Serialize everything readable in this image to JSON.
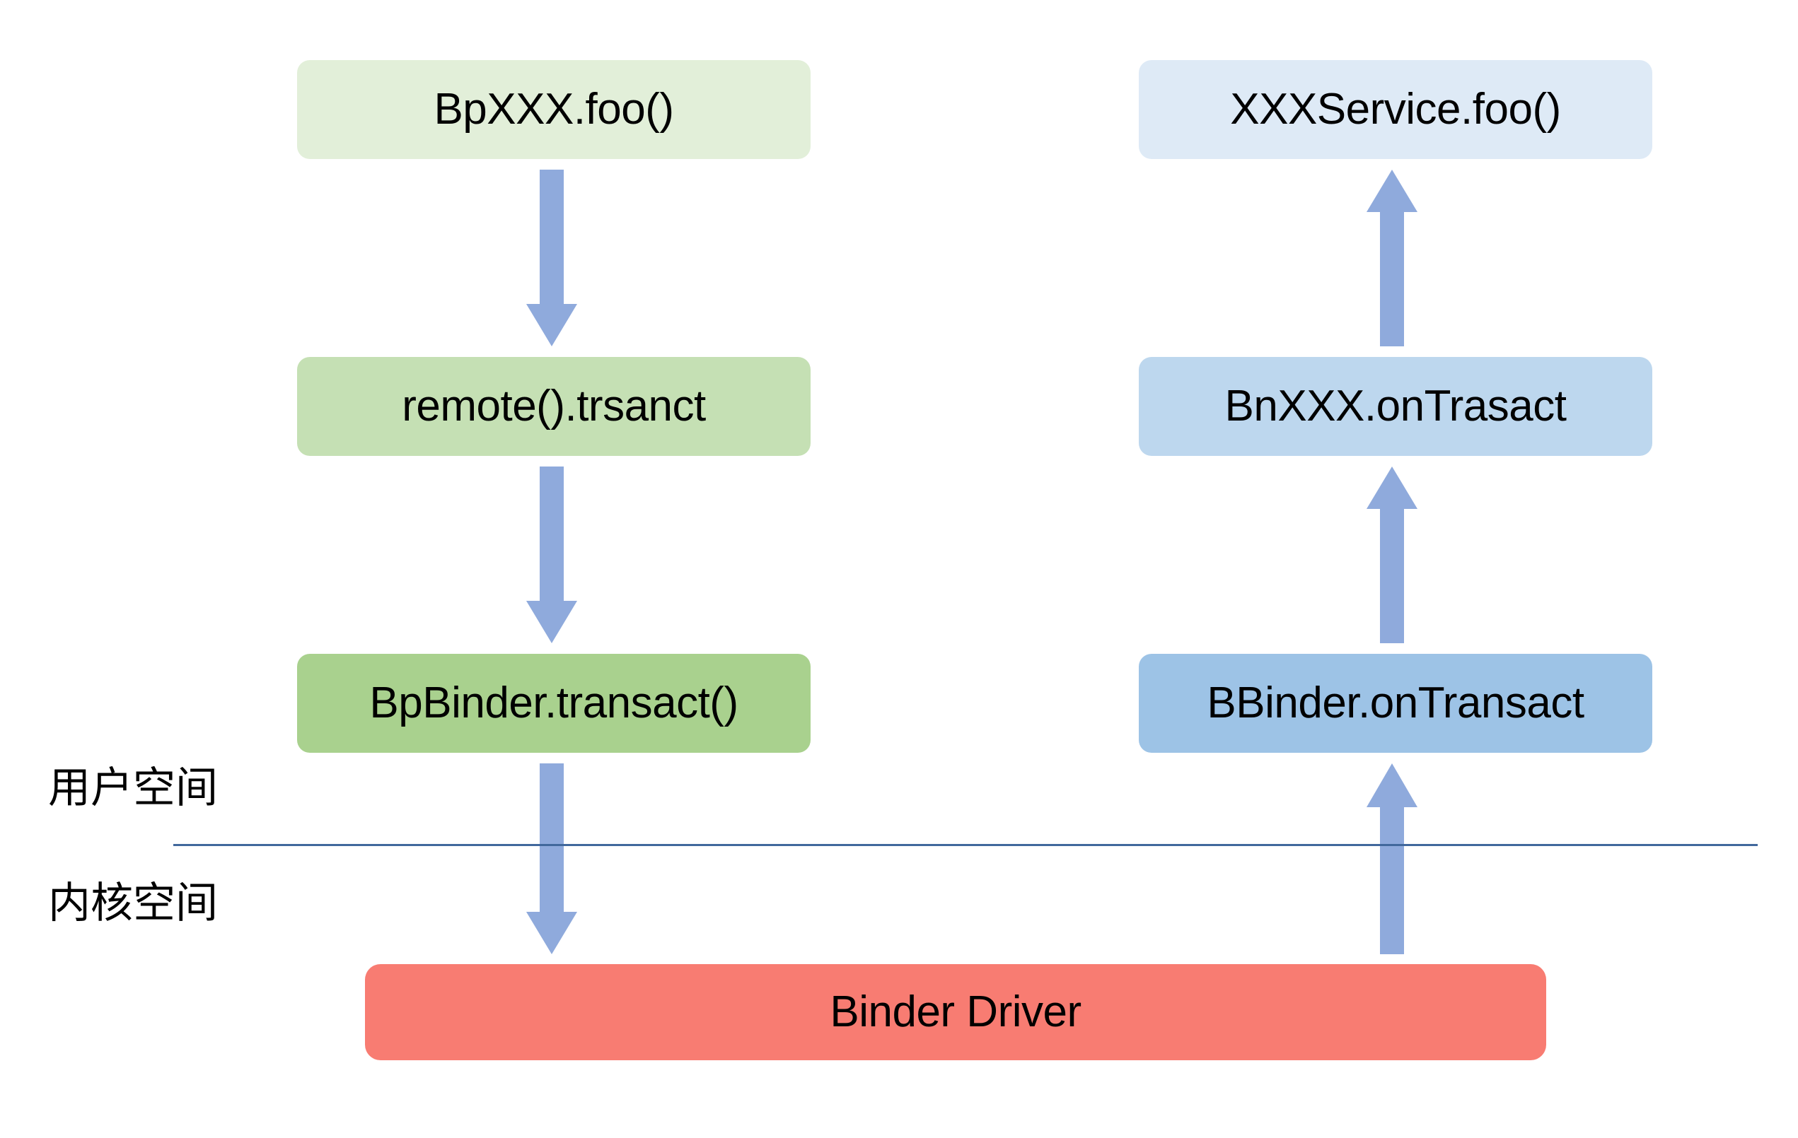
{
  "diagram": {
    "title": "Android Binder IPC call flow",
    "colors": {
      "arrow": "#8FAADC",
      "divider": "#41689C",
      "client_light": "#E2EFD9",
      "client_mid": "#C5E0B4",
      "client_dark": "#A9D18E",
      "server_light": "#DEEAF6",
      "server_mid": "#BDD7EE",
      "server_dark": "#9DC3E6",
      "driver": "#F87C72",
      "text": "#000000",
      "background": "#FFFFFF"
    },
    "client_column": [
      {
        "label": "BpXXX.foo()"
      },
      {
        "label": "remote().trsanct"
      },
      {
        "label": "BpBinder.transact()"
      }
    ],
    "server_column": [
      {
        "label": "XXXService.foo()"
      },
      {
        "label": "BnXXX.onTrasact"
      },
      {
        "label": "BBinder.onTransact"
      }
    ],
    "driver": {
      "label": "Binder Driver"
    },
    "space_labels": {
      "user": "用户空间",
      "kernel": "内核空间"
    },
    "arrows": {
      "client_direction": "down",
      "server_direction": "up"
    }
  }
}
